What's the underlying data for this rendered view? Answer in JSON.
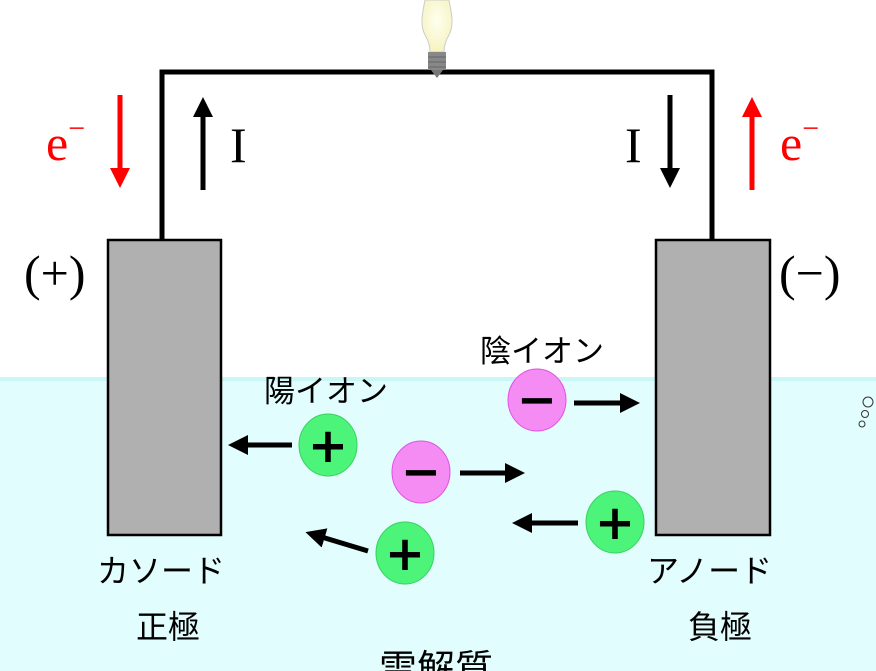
{
  "colors": {
    "electrolyte": "#e2fdfd",
    "electrode": "#b0b0b0",
    "electron_arrow": "#ff0000",
    "cation": "#4cf57a",
    "anion": "#f48cf4"
  },
  "labels": {
    "electron_left": "e",
    "electron_right": "e",
    "electron_sup": "−",
    "current_left": "I",
    "current_right": "I",
    "positive_terminal": "(+)",
    "negative_terminal": "(−)",
    "anion_label": "陰イオン",
    "cation_label": "陽イオン",
    "cathode": "カソード",
    "anode": "アノード",
    "positive_electrode": "正極",
    "negative_electrode": "負極",
    "electrolyte": "雷解質"
  },
  "ions": {
    "plus": "+",
    "minus": "−"
  }
}
